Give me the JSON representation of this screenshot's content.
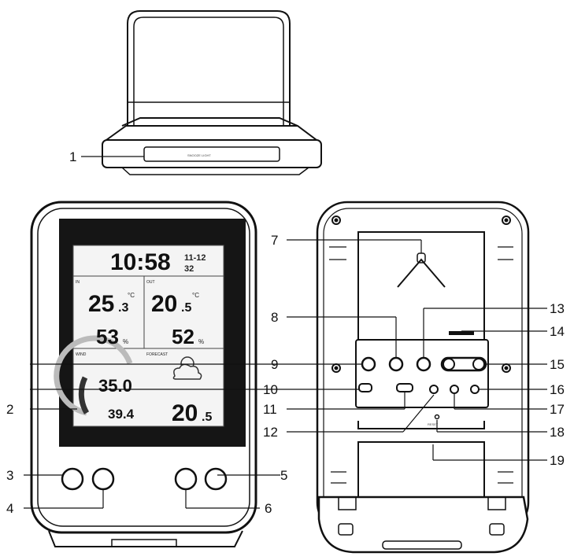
{
  "callouts": [
    "1",
    "2",
    "3",
    "4",
    "5",
    "6",
    "7",
    "8",
    "9",
    "10",
    "11",
    "12",
    "13",
    "14",
    "15",
    "16",
    "17",
    "18",
    "19"
  ],
  "display": {
    "time": "10:58",
    "date": "11-12",
    "seconds": "32",
    "indoor_temp_main": "25",
    "indoor_temp_dec": ".3",
    "indoor_hum": "53",
    "outdoor_temp_main": "20",
    "outdoor_temp_dec": ".5",
    "outdoor_hum": "52",
    "wind_speed": "35.0",
    "wind_gust": "39.4",
    "chill_temp_main": "20",
    "chill_temp_dec": ".5",
    "label_in": "IN",
    "label_out": "OUT",
    "label_wind": "WIND",
    "label_forecast": "FORECAST",
    "deg_c": "°C",
    "percent": "%",
    "top_label": "SNOOZE LIGHT",
    "reset_label": "RESET"
  },
  "colors": {
    "line": "#111111",
    "fill_screen": "#151515",
    "lcd": "#f4f4f4"
  }
}
